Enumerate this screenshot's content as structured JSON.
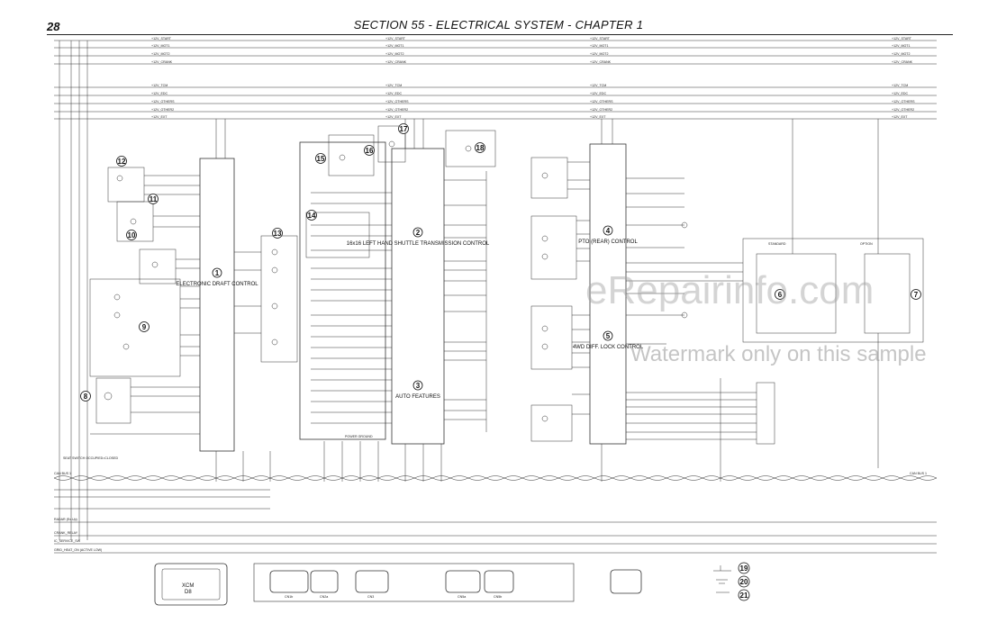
{
  "page_number": "28",
  "header_title": "SECTION 55 - ELECTRICAL SYSTEM - CHAPTER 1",
  "watermark": {
    "main": "eRepairinfo.com",
    "sub": "Watermark only on this sample"
  },
  "bus_left": [
    "+12V_START",
    "+12V_MOT1",
    "+12V_MOT2",
    "+12V_CRANK",
    "+12V_TCM",
    "+12V_EDC",
    "+12V_OTHERS",
    "+12V_OTHER2",
    "+12V_EXT"
  ],
  "bus_right": [
    "+12V_START",
    "+12V_MOT1",
    "+12V_MOT2",
    "+12V_CRANK",
    "+12V_TCM",
    "+12V_EDC",
    "+12V_OTHERS",
    "+12V_OTHER2",
    "+12V_EXT"
  ],
  "modules": [
    {
      "num": "1",
      "label": "ELECTRONIC DRAFT CONTROL"
    },
    {
      "num": "2",
      "label": "16x16 LEFT HAND SHUTTLE TRANSMISSION CONTROL"
    },
    {
      "num": "3",
      "label": "AUTO FEATURES"
    },
    {
      "num": "4",
      "label": "PTO (REAR) CONTROL"
    },
    {
      "num": "5",
      "label": "4WD DIFF. LOCK CONTROL"
    }
  ],
  "callouts": [
    "6",
    "7",
    "8",
    "9",
    "10",
    "11",
    "12",
    "13",
    "14",
    "15",
    "16",
    "17",
    "18"
  ],
  "legend_symbols": [
    "19",
    "20",
    "21"
  ],
  "side_panel": {
    "standard": "STANDARD",
    "option": "OPTION"
  },
  "bottom_lines": [
    "CAN BUS 1",
    "CRANK_RELAY",
    "IC_SERVICE_SW",
    "GRID_HEAT_ON (ACTIVE LOW)",
    "RADAR (Ex.Up)"
  ],
  "connector_labels": {
    "xcm": "XCM",
    "xcm_sub": "D8",
    "c1": "CN1b",
    "c2": "CN2a",
    "c3": "CN3",
    "c4": "CN5a",
    "c5": "CN5b"
  },
  "footer_left": "SEAT SWITCH OCCUPIED=CLOSED",
  "power_label": "POWER GROUND"
}
